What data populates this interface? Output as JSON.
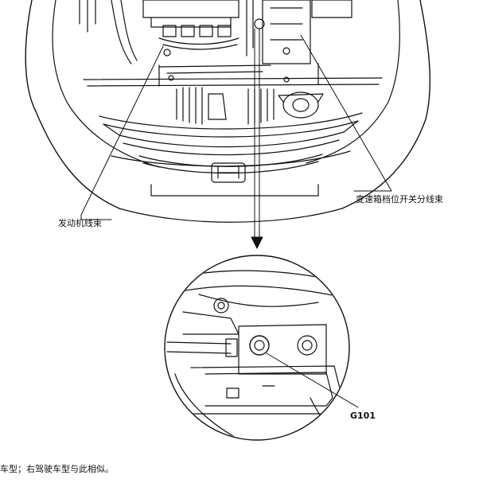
{
  "labels": {
    "engine_harness": "发动机线束",
    "transmission_harness": "变速箱档位开关分线束",
    "ground_point": "G101",
    "footnote": "车型；右驾驶车型与此相似。"
  }
}
